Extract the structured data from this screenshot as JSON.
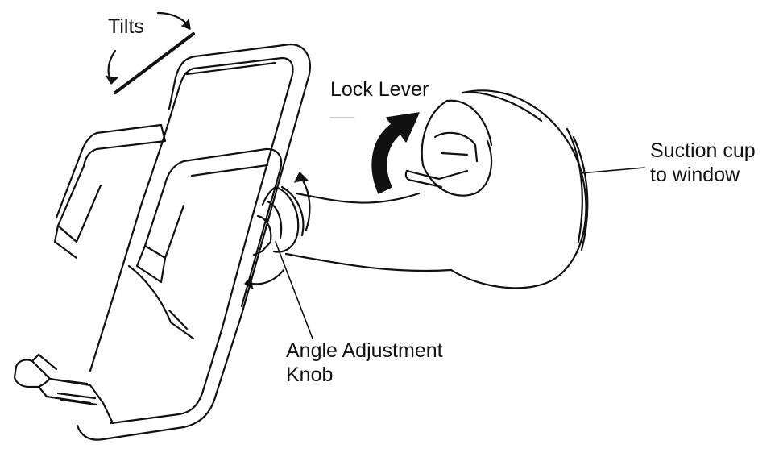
{
  "labels": {
    "tilts": "Tilts",
    "lock_lever": "Lock Lever",
    "suction_cup": [
      "Suction cup",
      "to window"
    ],
    "angle_knob": [
      "Angle Adjustment",
      "Knob"
    ]
  },
  "colors": {
    "ink": "#111111",
    "background": "#ffffff"
  }
}
